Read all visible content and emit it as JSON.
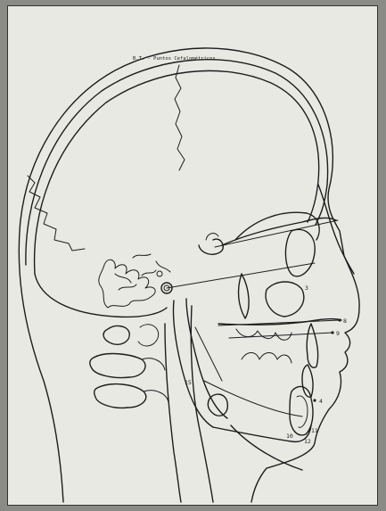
{
  "title": "B.T. - Puntos Cefalométricos",
  "point_labels": {
    "p3": "3",
    "p4": "4",
    "p8": "8",
    "p9": "9",
    "p10": "10",
    "p11": "11",
    "p12": "12",
    "p15": "15"
  }
}
